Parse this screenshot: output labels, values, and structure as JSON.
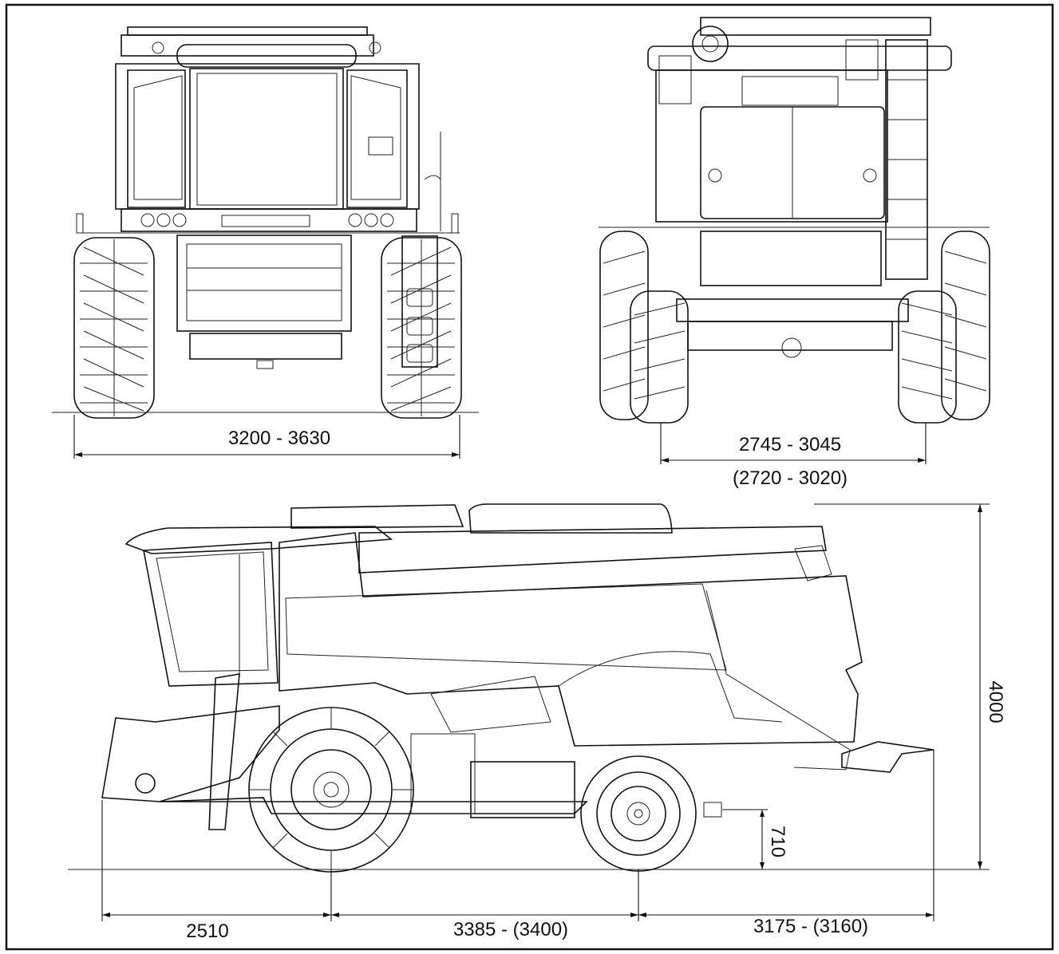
{
  "dimensions": {
    "front_track_width": "3200 - 3630",
    "rear_track_width": "2745 - 3045",
    "rear_track_width_alt": "(2720 - 3020)",
    "overall_height": "4000",
    "hitch_height": "710",
    "header_to_front_axle": "2510",
    "wheelbase": "3385 - (3400)",
    "rear_axle_to_hitch": "3175 - (3160)"
  },
  "colors": {
    "line": "#111111",
    "background": "#ffffff"
  }
}
